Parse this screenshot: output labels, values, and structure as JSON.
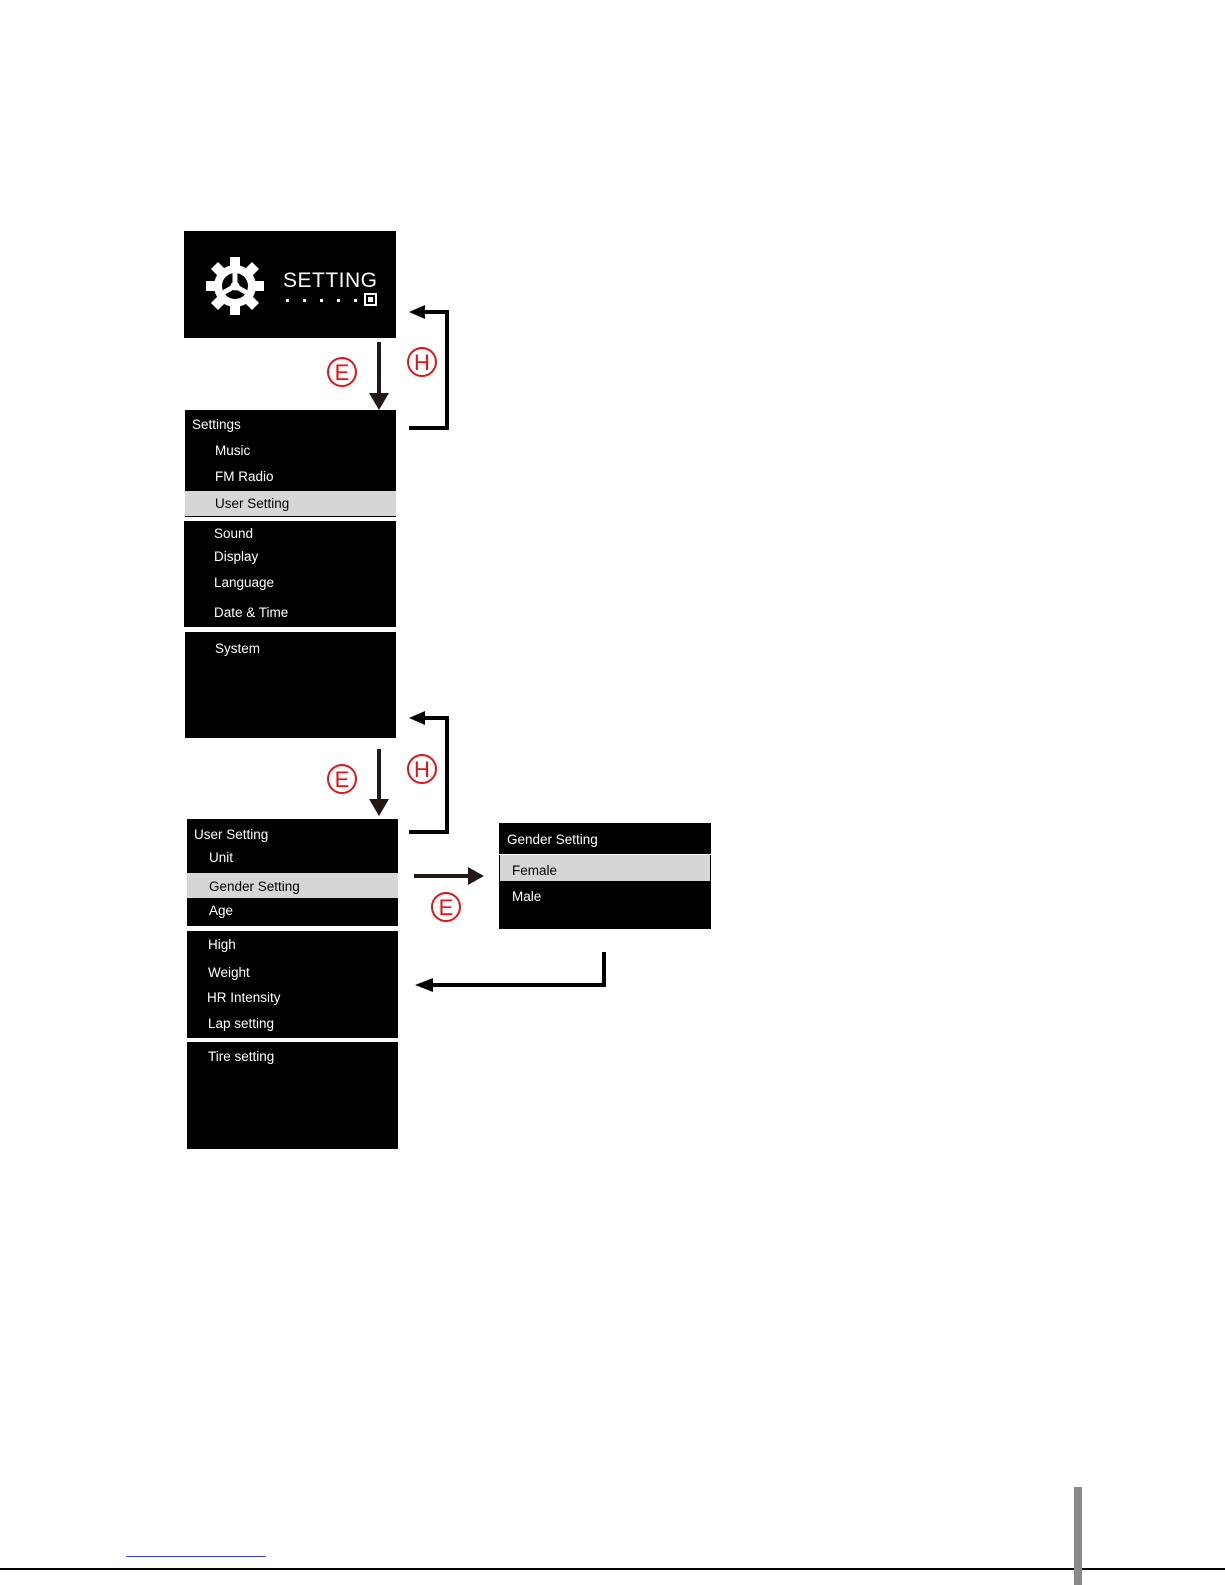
{
  "setting_screen": {
    "label": "SETTING",
    "icon": "gear-icon"
  },
  "settings_menu": {
    "title": "Settings",
    "page1": [
      "Music",
      "FM Radio",
      "User Setting"
    ],
    "page2": [
      "Sound",
      "Display",
      "Language",
      "Date & Time"
    ],
    "page3": [
      "System"
    ],
    "selected": "User Setting"
  },
  "user_setting_menu": {
    "title": "User Setting",
    "page1": [
      "Unit",
      "Gender Setting",
      "Age"
    ],
    "page2": [
      "High",
      "Weight",
      "HR Intensity",
      "Lap setting"
    ],
    "page3": [
      "Tire setting"
    ],
    "selected": "Gender Setting"
  },
  "gender_menu": {
    "title": "Gender Setting",
    "items": [
      "Female",
      "Male"
    ],
    "selected": "Female"
  },
  "buttons": {
    "enter": "E",
    "home": "H"
  },
  "colors": {
    "screen": "#000000",
    "highlight": "#d6d6d6",
    "button_marker": "#e0141b",
    "arrow": "#231815"
  }
}
